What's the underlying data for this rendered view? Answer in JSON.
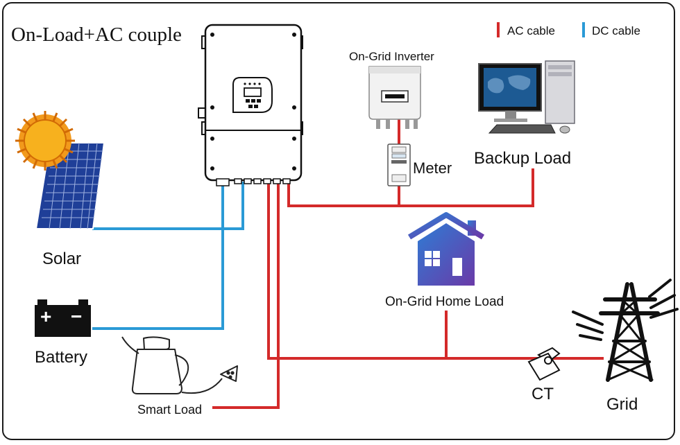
{
  "title": "On-Load+AC couple",
  "legend": {
    "ac": {
      "label": "AC cable",
      "color": "#d42a2a"
    },
    "dc": {
      "label": "DC cable",
      "color": "#2a9ad6"
    }
  },
  "labels": {
    "on_grid_inverter": "On-Grid Inverter",
    "meter": "Meter",
    "backup_load": "Backup Load",
    "solar": "Solar",
    "battery": "Battery",
    "on_grid_home_load": "On-Grid Home Load",
    "smart_load": "Smart Load",
    "ct": "CT",
    "grid": "Grid"
  },
  "battery_terminals": {
    "positive": "+",
    "negative": "−"
  }
}
